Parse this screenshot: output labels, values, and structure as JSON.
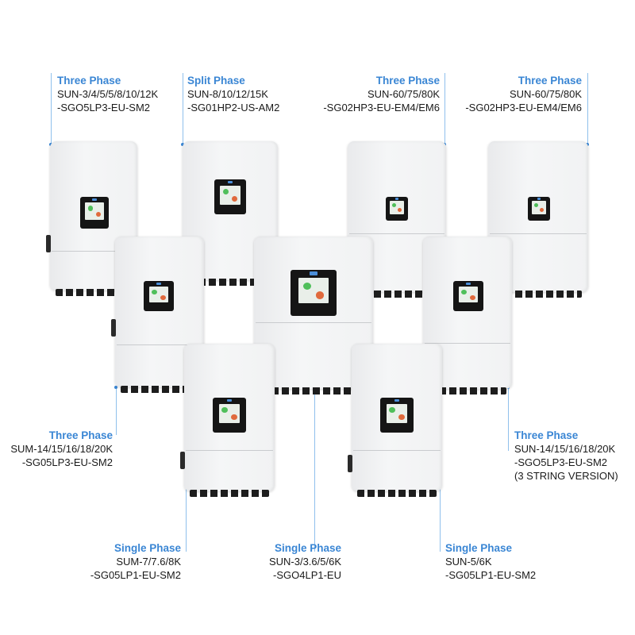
{
  "labels": [
    {
      "phase": "Three Phase",
      "line1": "SUN-3/4/5/5/8/10/12K",
      "line2": "-SGO5LP3-EU-SM2",
      "line3": ""
    },
    {
      "phase": "Split Phase",
      "line1": "SUN-8/10/12/15K",
      "line2": "-SG01HP2-US-AM2",
      "line3": ""
    },
    {
      "phase": "Three Phase",
      "line1": "SUN-60/75/80K",
      "line2": "-SG02HP3-EU-EM4/EM6",
      "line3": ""
    },
    {
      "phase": "Three Phase",
      "line1": "SUN-60/75/80K",
      "line2": "-SG02HP3-EU-EM4/EM6",
      "line3": ""
    },
    {
      "phase": "Three Phase",
      "line1": "SUM-14/15/16/18/20K",
      "line2": "-SG05LP3-EU-SM2",
      "line3": ""
    },
    {
      "phase": "Three Phase",
      "line1": "SUN-14/15/16/18/20K",
      "line2": "-SGO5LP3-EU-SM2",
      "line3": "(3 STRING VERSION)"
    },
    {
      "phase": "Single Phase",
      "line1": "SUM-7/7.6/8K",
      "line2": "-SG05LP1-EU-SM2",
      "line3": ""
    },
    {
      "phase": "Single Phase",
      "line1": "SUN-3/3.6/5/6K",
      "line2": "-SGO4LP1-EU",
      "line3": ""
    },
    {
      "phase": "Single Phase",
      "line1": "SUN-5/6K",
      "line2": "-SG05LP1-EU-SM2",
      "line3": ""
    }
  ],
  "colors": {
    "accent": "#3a86d4",
    "line": "#8fc0ec",
    "body": "#f1f2f3"
  }
}
